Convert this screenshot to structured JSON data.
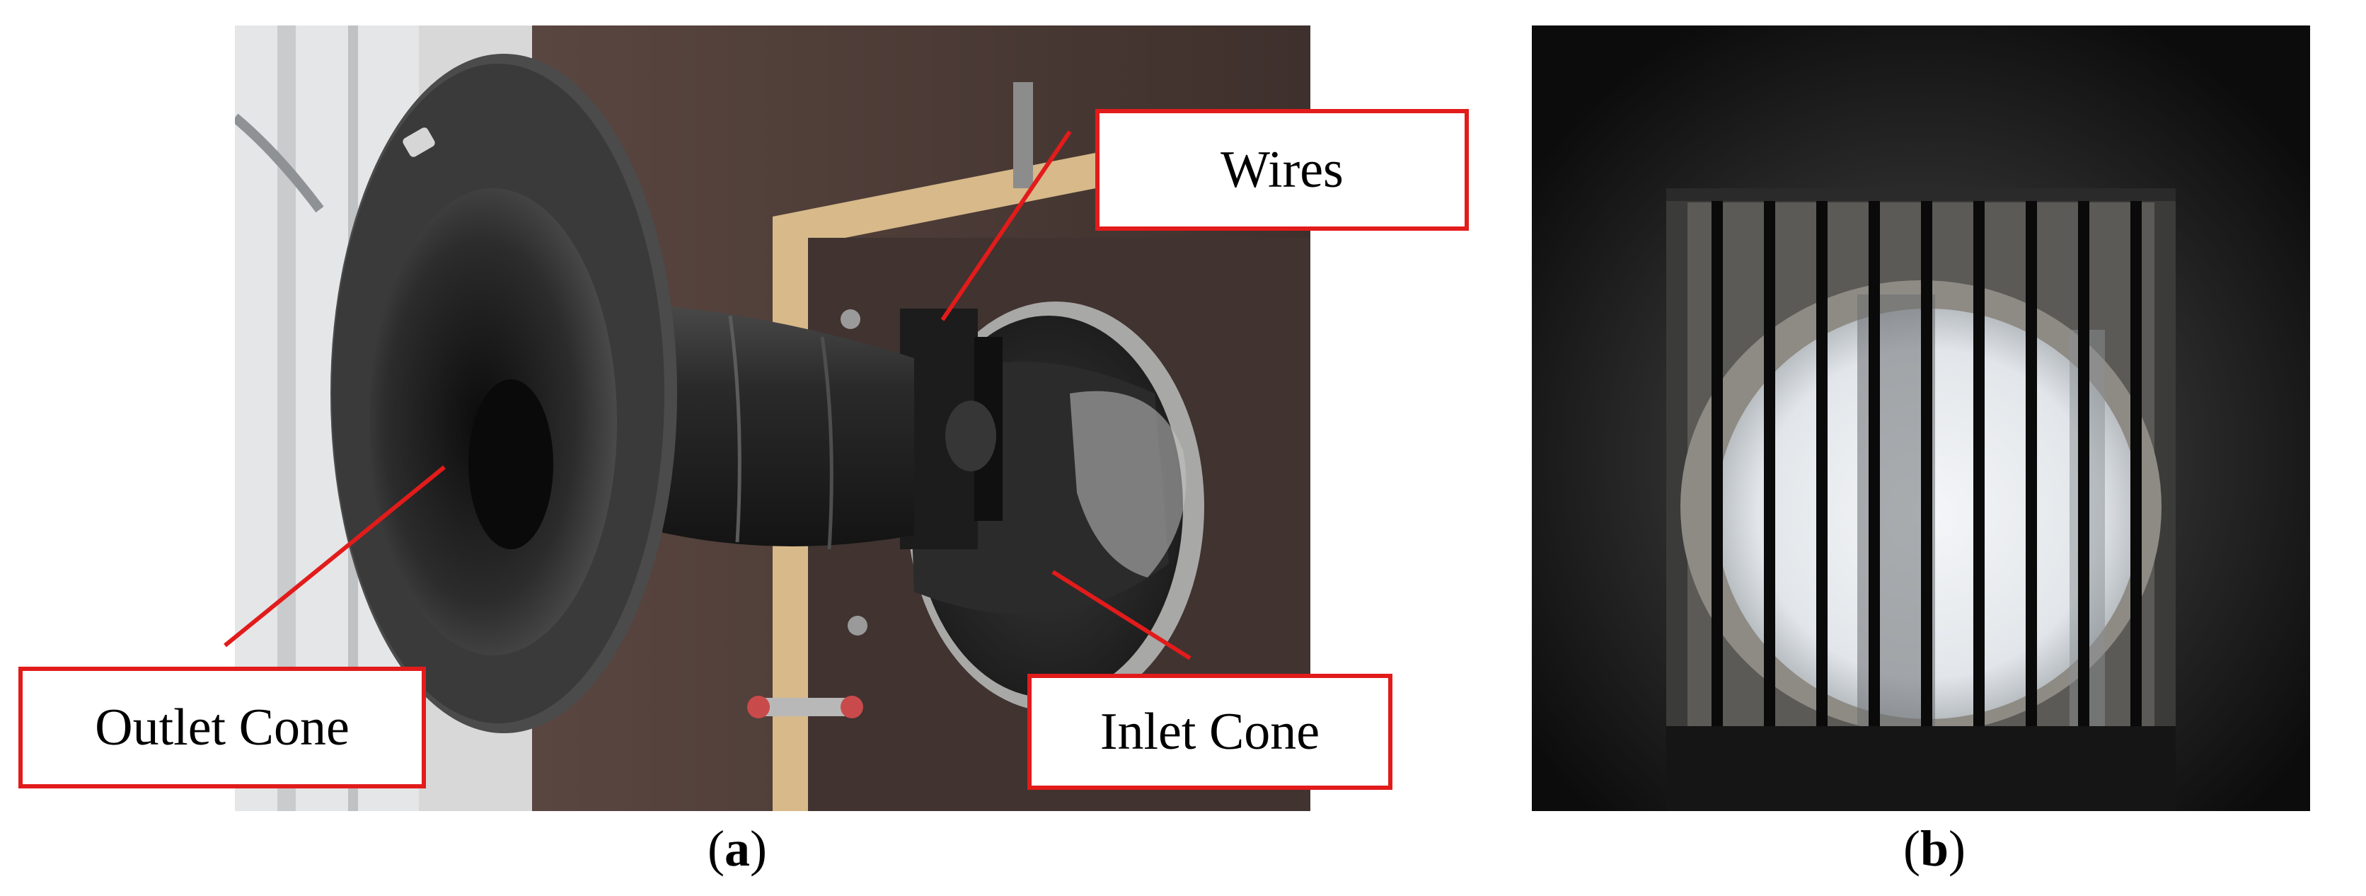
{
  "figure": {
    "panel_a": {
      "labels": {
        "wires": "Wires",
        "outlet_cone": "Outlet Cone",
        "inlet_cone": "Inlet Cone"
      },
      "caption": {
        "open": "(",
        "letter": "a",
        "close": ")"
      }
    },
    "panel_b": {
      "caption": {
        "open": "(",
        "letter": "b",
        "close": ")"
      }
    }
  },
  "colors": {
    "callout_border": "#e21b1b",
    "pointer_line": "#e21b1b"
  }
}
